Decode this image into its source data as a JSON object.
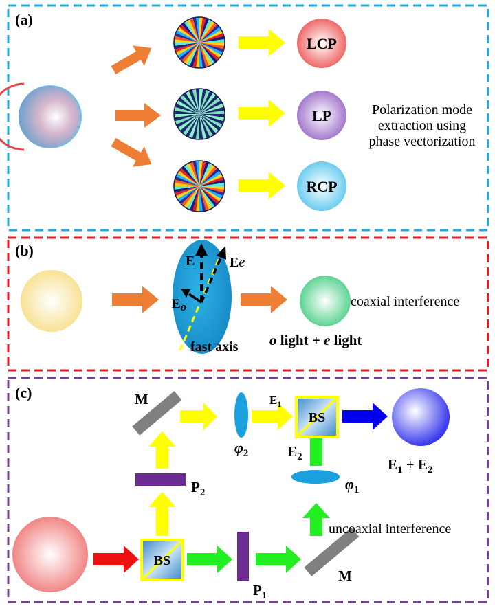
{
  "panels": {
    "a": {
      "label": "(a)",
      "outputs": [
        "LCP",
        "LP",
        "RCP"
      ],
      "note_lines": [
        "Polarization mode",
        "extraction using",
        "phase vectorization"
      ]
    },
    "b": {
      "label": "(b)",
      "field_E": "E",
      "field_Ee_base": "E",
      "field_Ee_sub": "e",
      "field_Eo_base": "E",
      "field_Eo_sub": "o",
      "fast_axis": "fast axis",
      "sum_o": "o",
      "sum_mid": " light + ",
      "sum_e": "e",
      "sum_end": " light",
      "note": "coaxial interference"
    },
    "c": {
      "label": "(c)",
      "mirror_top": "M",
      "mirror_bottom": "M",
      "bs_top": "BS",
      "bs_bottom": "BS",
      "phi2_base": "φ",
      "phi2_sub": "2",
      "phi1_base": "φ",
      "phi1_sub": "1",
      "e1_base": "E",
      "e1_sub": "1",
      "e2_base": "E",
      "e2_sub": "2",
      "p2_base": "P",
      "p2_sub": "2",
      "p1_base": "P",
      "p1_sub": "1",
      "result_a": "E",
      "result_a_sub": "1",
      "result_plus": " + ",
      "result_b": "E",
      "result_b_sub": "2",
      "note": "uncoaxial  interference"
    }
  },
  "colors": {
    "frame_a": "#1fa9df",
    "frame_b": "#e8191f",
    "frame_c": "#7a3d9a",
    "arrow_orange": "#ee7e33",
    "arrow_yellow": "#ffff00",
    "arrow_green": "#22ee22",
    "arrow_red": "#ee1111",
    "arrow_blue": "#0000ee",
    "mirror": "#808080",
    "polarizer": "#6a2c91",
    "waveplate": "#1aa0dc"
  }
}
